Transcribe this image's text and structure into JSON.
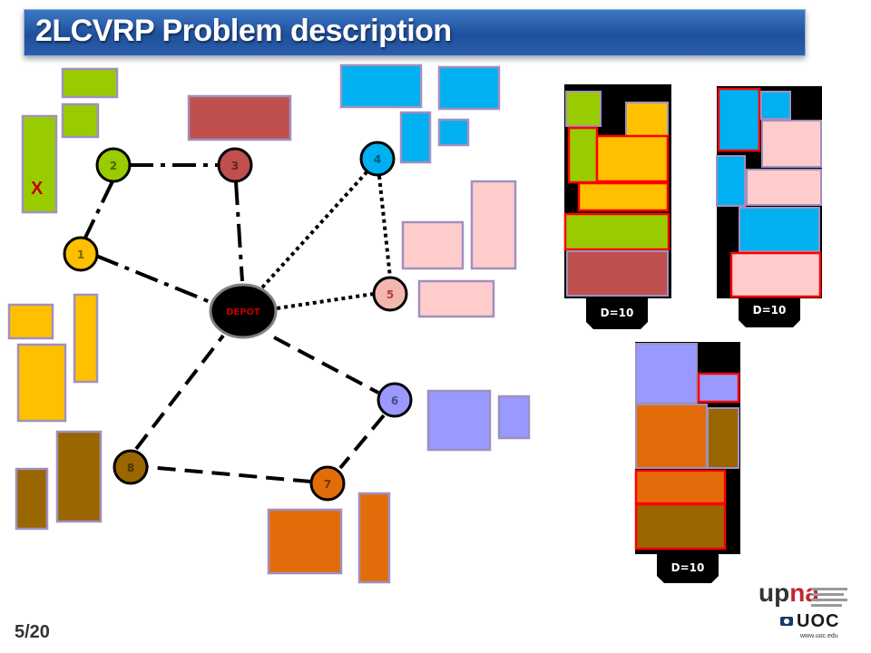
{
  "title": "2LCVRP Problem description",
  "page_number": "5/20",
  "depot_label": "DEPOT",
  "x_label": "X",
  "nodes": [
    "1",
    "2",
    "3",
    "4",
    "5",
    "6",
    "7",
    "8"
  ],
  "vehicles": [
    {
      "demand_label": "D=10"
    },
    {
      "demand_label": "D=10"
    },
    {
      "demand_label": "D=10"
    }
  ],
  "logos": {
    "upna_text_up": "up",
    "upna_text_na": "na",
    "uoc_text": "UOC",
    "uoc_url": "www.uoc.edu"
  },
  "colors": {
    "title_bar": "#2a5fab",
    "node1": "#ffc000",
    "node2": "#99cc00",
    "node3": "#c0504d",
    "node4": "#00b0f0",
    "node5": "#f2b8b0",
    "node6": "#9999ff",
    "node7": "#e36c0a",
    "node8": "#996600",
    "item_border": "#a090c0",
    "vehicle_bg": "#000000"
  }
}
